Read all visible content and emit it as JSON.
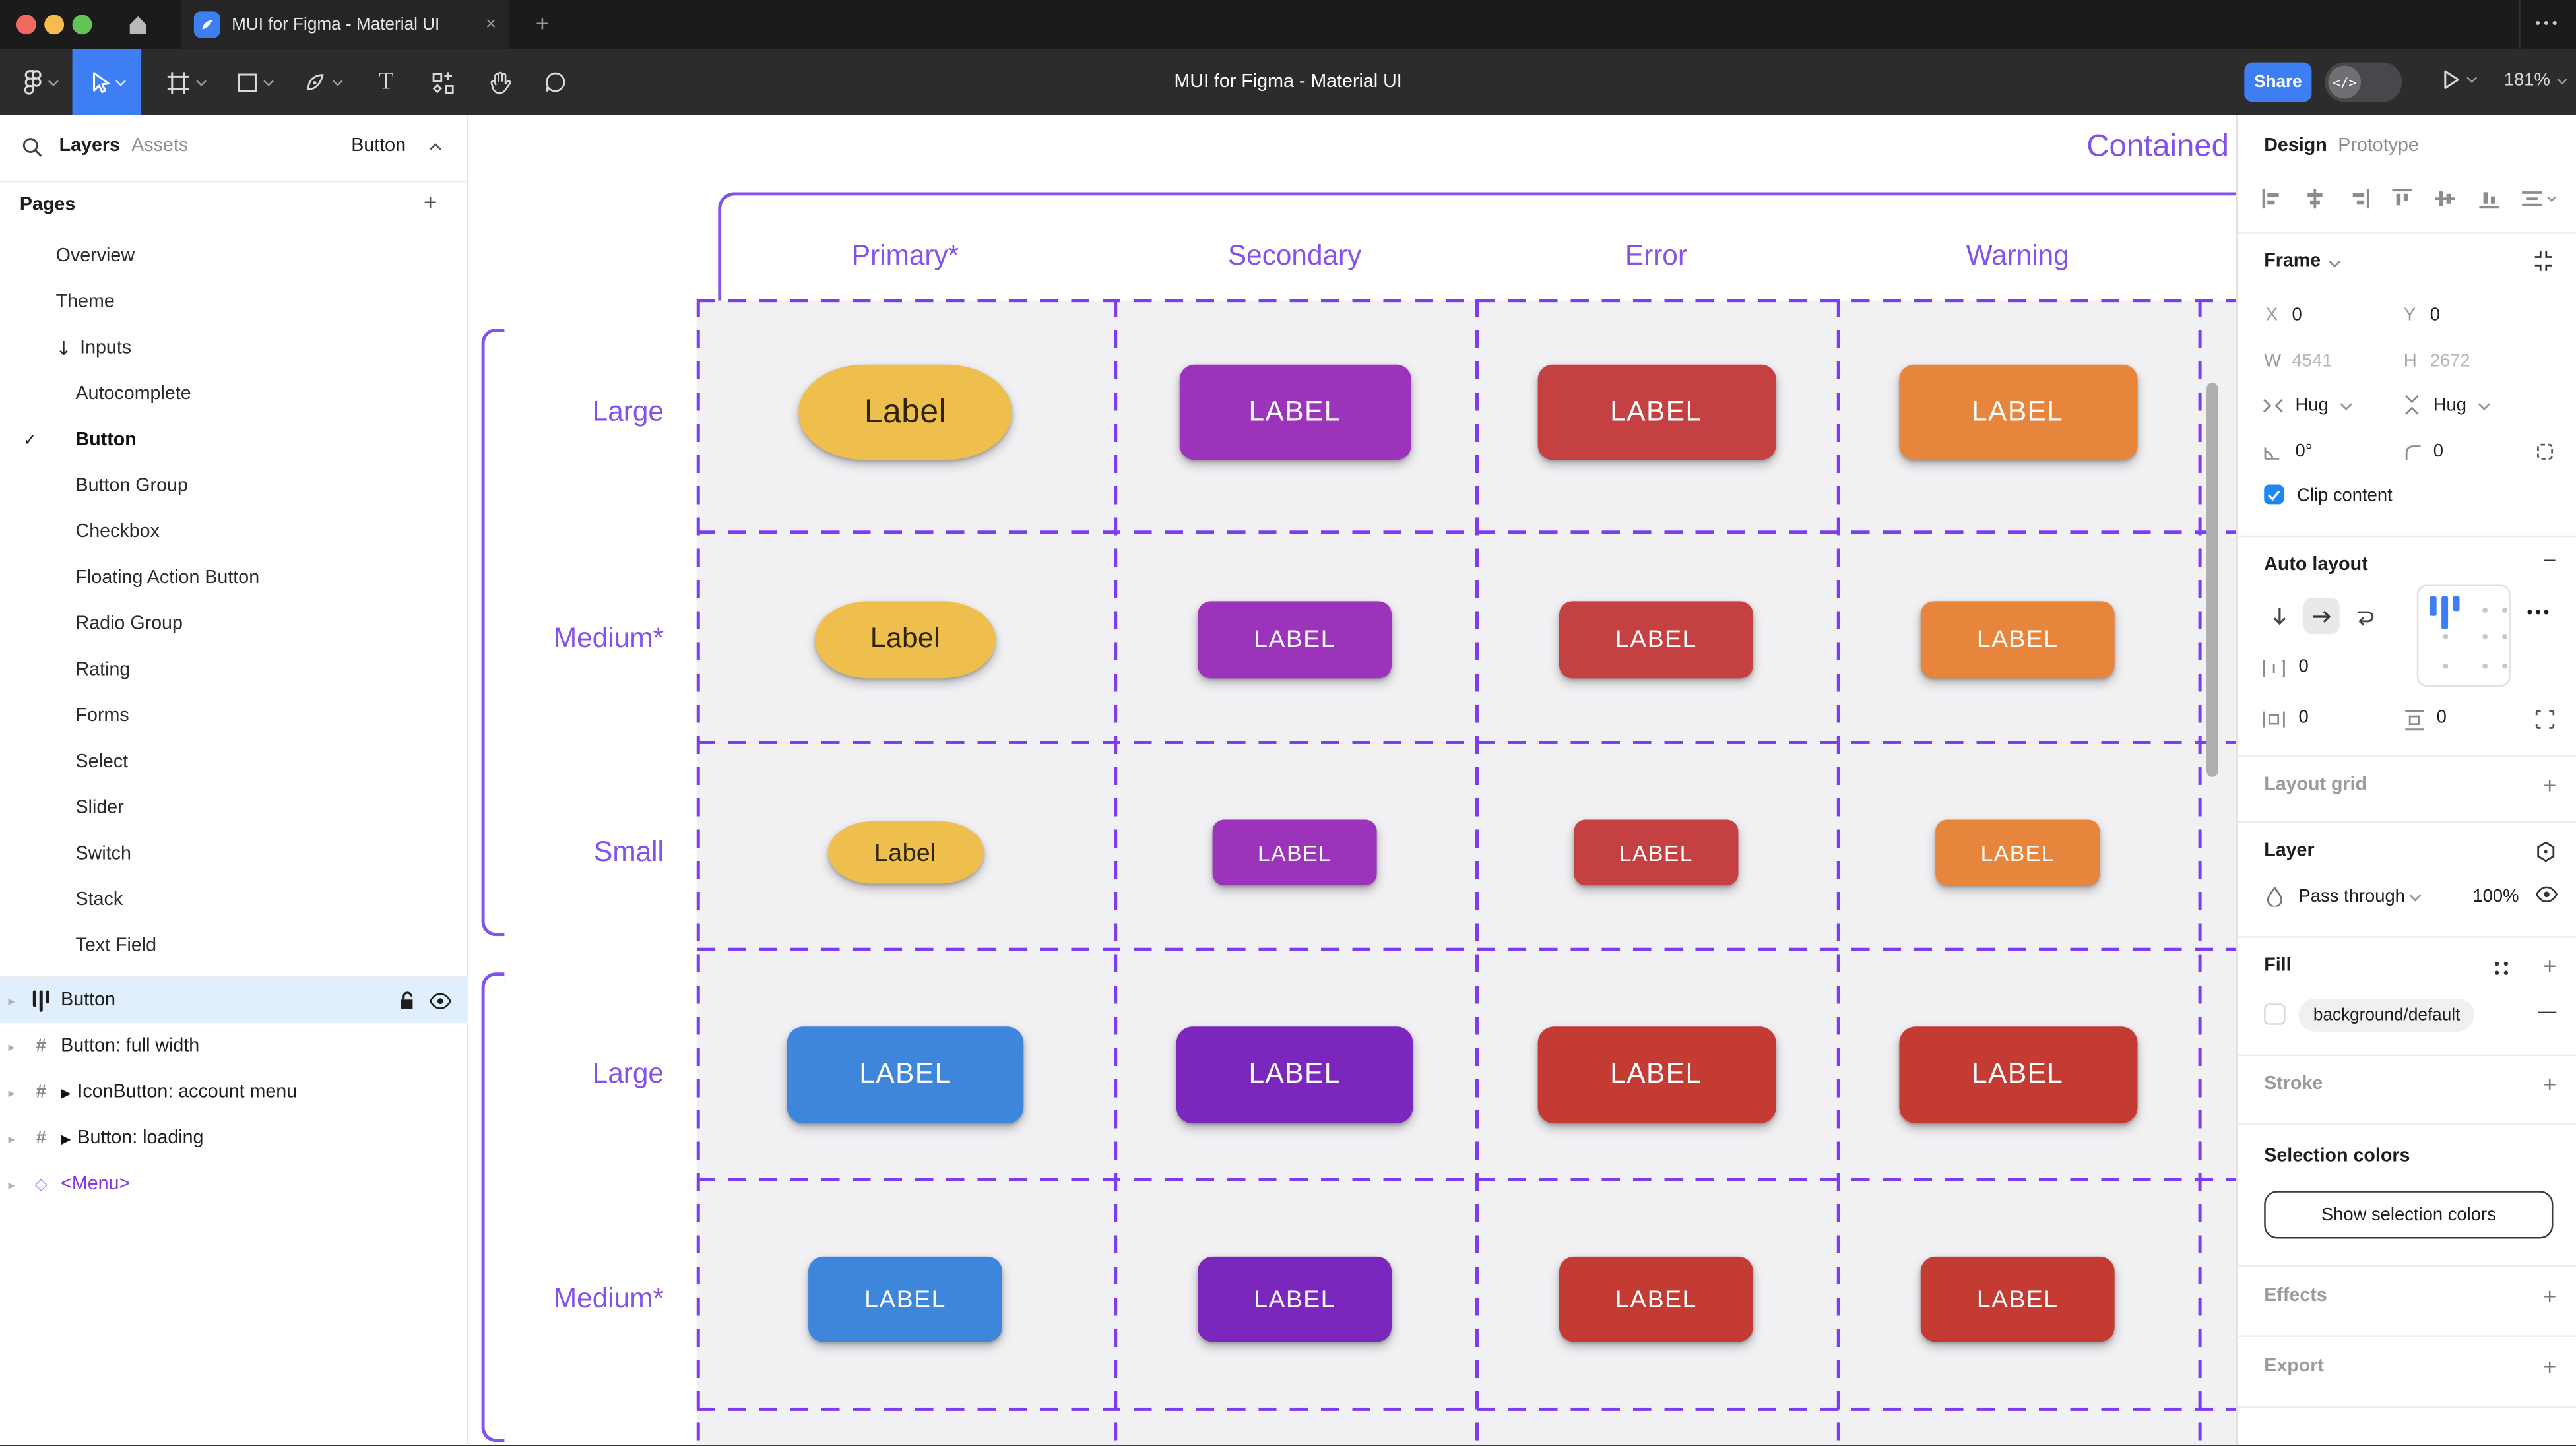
{
  "chrome": {
    "tab_title": "MUI for Figma - Material UI",
    "close_glyph": "×",
    "new_tab_glyph": "+",
    "menu_dots": "•••"
  },
  "toolbar": {
    "document_title": "MUI for Figma - Material UI",
    "share_label": "Share",
    "zoom_level": "181%"
  },
  "left_panel": {
    "tab_layers": "Layers",
    "tab_assets": "Assets",
    "page_selector": "Button",
    "pages_header": "Pages",
    "pages": [
      {
        "label": "Overview",
        "indent": 1
      },
      {
        "label": "Theme",
        "indent": 1
      },
      {
        "label": "Inputs",
        "indent": 1,
        "prefix": "↓"
      },
      {
        "label": "Autocomplete",
        "indent": 2
      },
      {
        "label": "Button",
        "indent": 2,
        "selected": true
      },
      {
        "label": "Button Group",
        "indent": 2
      },
      {
        "label": "Checkbox",
        "indent": 2
      },
      {
        "label": "Floating Action Button",
        "indent": 2
      },
      {
        "label": "Radio Group",
        "indent": 2
      },
      {
        "label": "Rating",
        "indent": 2
      },
      {
        "label": "Forms",
        "indent": 2
      },
      {
        "label": "Select",
        "indent": 2
      },
      {
        "label": "Slider",
        "indent": 2
      },
      {
        "label": "Switch",
        "indent": 2
      },
      {
        "label": "Stack",
        "indent": 2
      },
      {
        "label": "Text Field",
        "indent": 2
      }
    ],
    "layers": [
      {
        "label": "Button",
        "icon": "autolayout",
        "selected": true
      },
      {
        "label": "Button: full width",
        "icon": "frame"
      },
      {
        "label": "IconButton: account menu",
        "icon": "frame",
        "component_marker": true
      },
      {
        "label": "Button: loading",
        "icon": "frame",
        "component_marker": true
      },
      {
        "label": "<Menu>",
        "icon": "instance",
        "purple": true
      }
    ]
  },
  "canvas": {
    "section_title": "Contained",
    "accent": "#8352ec",
    "dash_color": "#7b3dee",
    "frame_bg": "#f1f0f3",
    "column_headers": [
      "Primary*",
      "Secondary",
      "Error",
      "Warning"
    ],
    "row_labels": [
      "Large",
      "Medium*",
      "Small",
      "Large",
      "Medium*"
    ],
    "grid": [
      [
        {
          "label": "Label",
          "bg": "#efbf4d",
          "fg": "#2e2508",
          "w": 130,
          "h": 58,
          "r": "40px / 29px",
          "fs": 20
        },
        {
          "label": "LABEL",
          "bg": "#9c33bb",
          "fg": "#ffffff",
          "w": 141,
          "h": 58,
          "r": "9px",
          "fs": 17
        },
        {
          "label": "LABEL",
          "bg": "#c54040",
          "fg": "#ffffff",
          "w": 145,
          "h": 58,
          "r": "9px",
          "fs": 17
        },
        {
          "label": "LABEL",
          "bg": "#e8853c",
          "fg": "#ffffff",
          "w": 145,
          "h": 58,
          "r": "9px",
          "fs": 17
        }
      ],
      [
        {
          "label": "Label",
          "bg": "#efbf4d",
          "fg": "#2e2508",
          "w": 110,
          "h": 47,
          "r": "33px / 23px",
          "fs": 17
        },
        {
          "label": "LABEL",
          "bg": "#9c33bb",
          "fg": "#ffffff",
          "w": 118,
          "h": 47,
          "r": "8px",
          "fs": 15
        },
        {
          "label": "LABEL",
          "bg": "#c54040",
          "fg": "#ffffff",
          "w": 118,
          "h": 47,
          "r": "8px",
          "fs": 15
        },
        {
          "label": "LABEL",
          "bg": "#e8853c",
          "fg": "#ffffff",
          "w": 118,
          "h": 47,
          "r": "8px",
          "fs": 15
        }
      ],
      [
        {
          "label": "Label",
          "bg": "#efbf4d",
          "fg": "#2e2508",
          "w": 95,
          "h": 38,
          "r": "27px / 19px",
          "fs": 15
        },
        {
          "label": "LABEL",
          "bg": "#9c33bb",
          "fg": "#ffffff",
          "w": 100,
          "h": 40,
          "r": "7px",
          "fs": 13.5
        },
        {
          "label": "LABEL",
          "bg": "#c54040",
          "fg": "#ffffff",
          "w": 100,
          "h": 40,
          "r": "7px",
          "fs": 13.5
        },
        {
          "label": "LABEL",
          "bg": "#e8853c",
          "fg": "#ffffff",
          "w": 100,
          "h": 40,
          "r": "7px",
          "fs": 13.5
        }
      ],
      [
        {
          "label": "LABEL",
          "bg": "#3d86db",
          "fg": "#ffffff",
          "w": 144,
          "h": 59,
          "r": "10px",
          "fs": 17
        },
        {
          "label": "LABEL",
          "bg": "#7b26bd",
          "fg": "#ffffff",
          "w": 144,
          "h": 59,
          "r": "10px",
          "fs": 17
        },
        {
          "label": "LABEL",
          "bg": "#c43b33",
          "fg": "#ffffff",
          "w": 145,
          "h": 59,
          "r": "10px",
          "fs": 17
        },
        {
          "label": "LABEL",
          "bg": "#c43b33",
          "fg": "#ffffff",
          "w": 145,
          "h": 59,
          "r": "10px",
          "fs": 17
        }
      ],
      [
        {
          "label": "LABEL",
          "bg": "#3d86db",
          "fg": "#ffffff",
          "w": 118,
          "h": 52,
          "r": "9px",
          "fs": 15
        },
        {
          "label": "LABEL",
          "bg": "#7b26bd",
          "fg": "#ffffff",
          "w": 118,
          "h": 52,
          "r": "9px",
          "fs": 15
        },
        {
          "label": "LABEL",
          "bg": "#c43b33",
          "fg": "#ffffff",
          "w": 118,
          "h": 52,
          "r": "9px",
          "fs": 15
        },
        {
          "label": "LABEL",
          "bg": "#c43b33",
          "fg": "#ffffff",
          "w": 118,
          "h": 52,
          "r": "9px",
          "fs": 15
        }
      ]
    ]
  },
  "right_panel": {
    "tab_design": "Design",
    "tab_prototype": "Prototype",
    "frame": {
      "title": "Frame",
      "x_label": "X",
      "x_value": "0",
      "y_label": "Y",
      "y_value": "0",
      "w_label": "W",
      "w_value": "4541",
      "h_label": "H",
      "h_value": "2672",
      "hug_h": "Hug",
      "hug_v": "Hug",
      "rotation": "0°",
      "corner_radius": "0",
      "clip_label": "Clip content",
      "checkbox_color": "#1e88f2"
    },
    "auto_layout": {
      "title": "Auto layout",
      "gap": "0",
      "pad_h": "0",
      "pad_v": "0"
    },
    "layout_grid": {
      "title": "Layout grid"
    },
    "layer": {
      "title": "Layer",
      "blend_mode": "Pass through",
      "opacity": "100%"
    },
    "fill": {
      "title": "Fill",
      "token": "background/default",
      "remove_glyph": "—"
    },
    "stroke": {
      "title": "Stroke"
    },
    "selection_colors": {
      "title": "Selection colors",
      "button_label": "Show selection colors"
    },
    "effects": {
      "title": "Effects"
    },
    "export": {
      "title": "Export"
    }
  }
}
